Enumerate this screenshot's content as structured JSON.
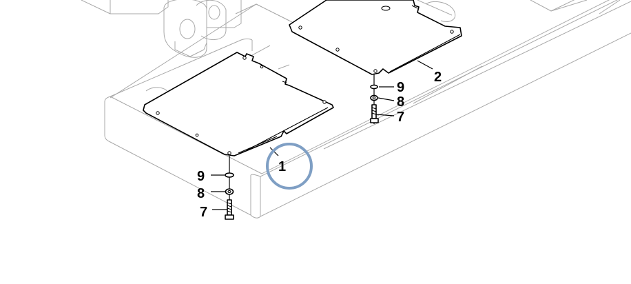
{
  "diagram": {
    "callouts": {
      "plate_front": "1",
      "plate_rear": "2",
      "bolt_front": "7",
      "lock_washer_front": "8",
      "washer_front": "9",
      "bolt_rear": "7",
      "lock_washer_rear": "8",
      "washer_rear": "9"
    },
    "highlight_color": "#7f9fc4"
  }
}
